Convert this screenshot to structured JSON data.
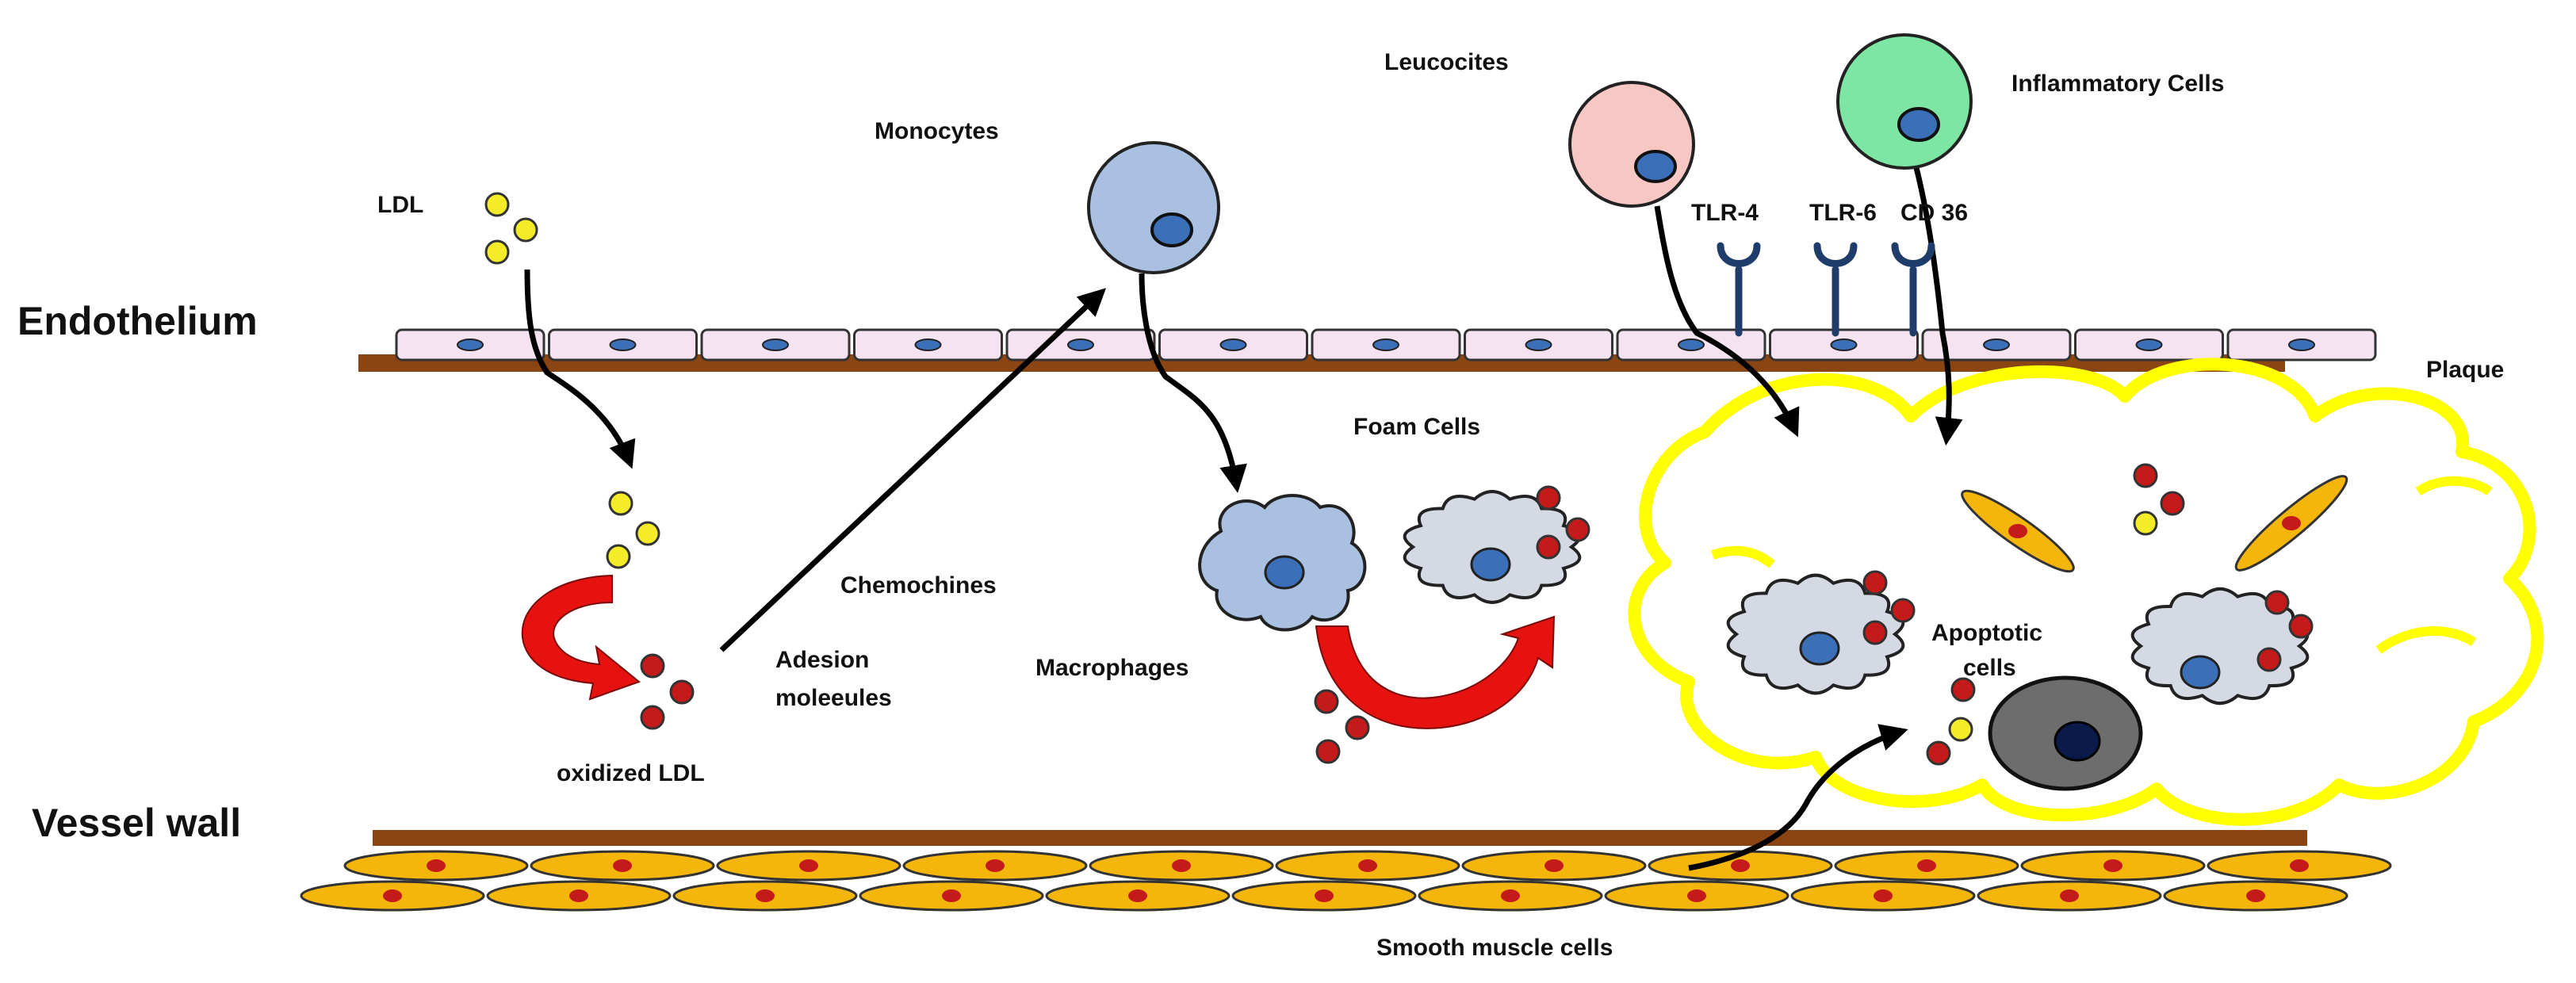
{
  "labels": {
    "endothelium": "Endothelium",
    "vessel_wall": "Vessel wall",
    "ldl": "LDL",
    "oxidized_ldl": "oxidized LDL",
    "monocytes": "Monocytes",
    "leucocites": "Leucocites",
    "inflammatory_cells": "Inflammatory Cells",
    "tlr4": "TLR-4",
    "tlr6": "TLR-6",
    "cd36": "CD 36",
    "plaque": "Plaque",
    "foam_cells": "Foam Cells",
    "chemochines": "Chemochines",
    "adesion_line1": "Adesion",
    "adesion_line2": "moleeules",
    "macrophages": "Macrophages",
    "apoptotic_line1": "Apoptotic",
    "apoptotic_line2": "cells",
    "smooth_muscle": "Smooth muscle cells"
  },
  "colors": {
    "vessel_line": "#8b4513",
    "endothelial_cell": "#f6e3f1",
    "nucleus_blue": "#3b6fb8",
    "ldl_yellow": "#f5ec28",
    "oxldl_red": "#c41a1a",
    "monocyte": "#a9c0e0",
    "leucocyte": "#f7c7c3",
    "inflammatory": "#7ee6a5",
    "receptor": "#1f3d6b",
    "plaque_outline": "#ffff00",
    "smooth_muscle": "#f5b60c",
    "foam_cell": "#d4d9e3",
    "apoptotic": "#6d6d6d",
    "red_arrow": "#e6120f"
  }
}
